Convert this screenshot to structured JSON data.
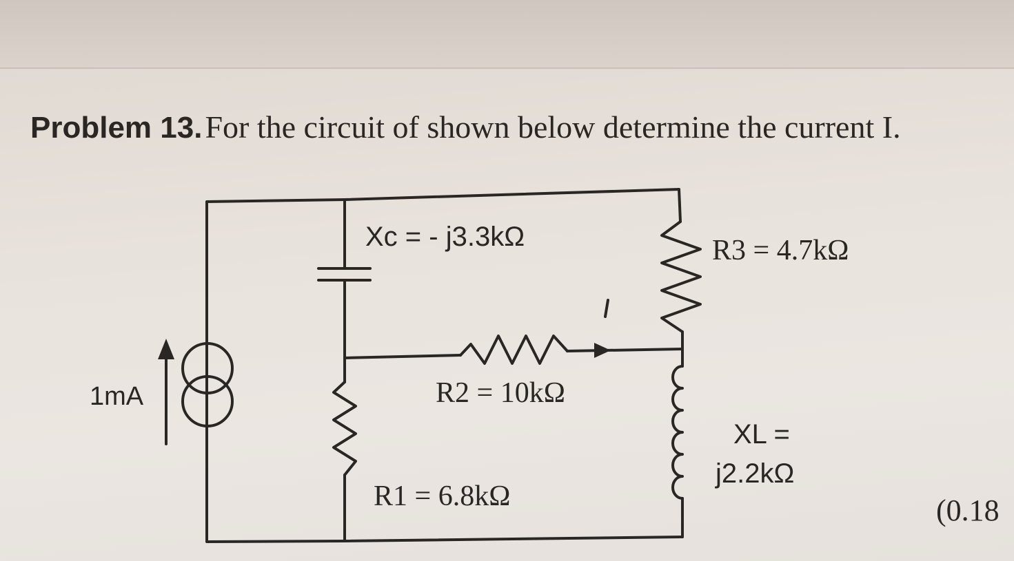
{
  "problem": {
    "label": "Problem 13.",
    "statement": "For the circuit of shown below determine the current I."
  },
  "circuit": {
    "source_label": "1mA",
    "xc_label": "Xc = - j3.3kΩ",
    "r1_label": "R1 = 6.8kΩ",
    "r2_label": "R2 = 10kΩ",
    "r3_label": "R3 = 4.7kΩ",
    "xl_label_line1": "XL =",
    "xl_label_line2": "j2.2kΩ",
    "current_label": "I"
  },
  "answer_fragment": "(0.18",
  "colors": {
    "ink": "#2a2624",
    "paper": "#e9e3dd"
  }
}
